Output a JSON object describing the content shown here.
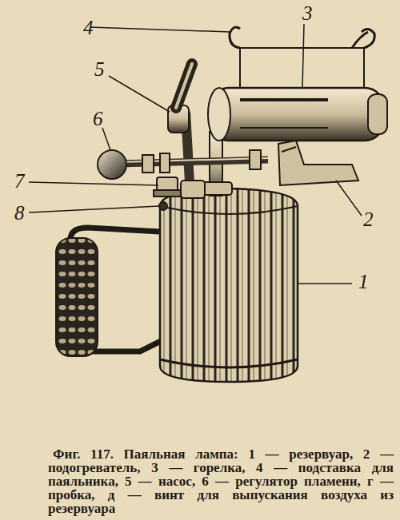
{
  "diagram": {
    "caption": "Фиг. 117. Паяльная лампа: 1 — резервуар, 2 — подогреватель, 3 — горелка, 4 — подставка для паяльника, 5 — насос, 6 — регулятор пламени, г — пробка, д — винт для выпускания воздуха из резервуара",
    "labels": [
      "1",
      "2",
      "3",
      "4",
      "5",
      "6",
      "7",
      "8"
    ]
  }
}
